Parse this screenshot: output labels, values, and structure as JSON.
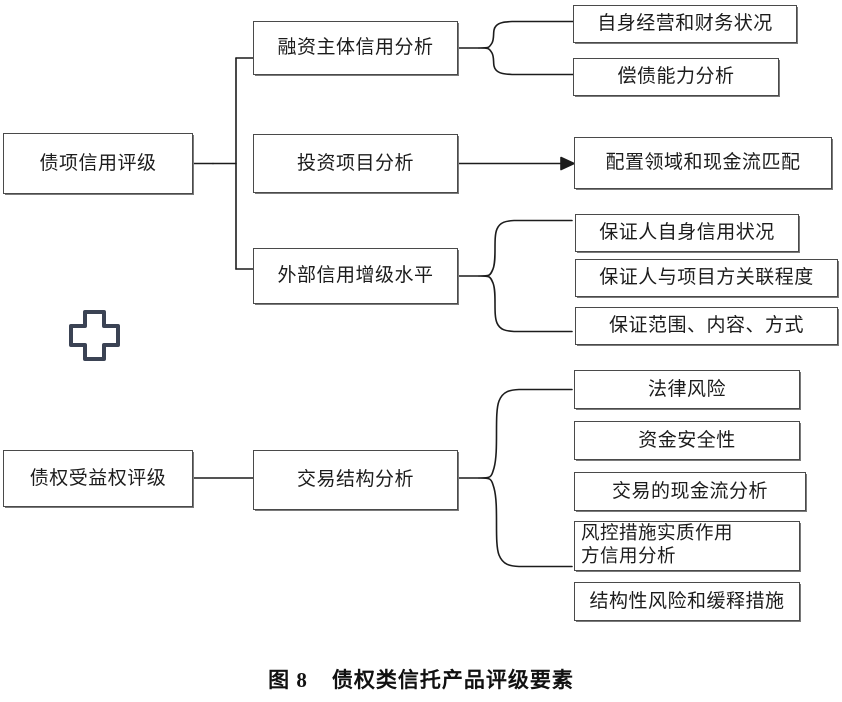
{
  "figure": {
    "caption_label": "图 8",
    "caption_title": "债权类信托产品评级要素"
  },
  "colors": {
    "box_border": "#4a4a4a",
    "box_shadow": "#7a7a7a",
    "connector": "#1c1c1c",
    "plus_stroke": "#3b4354",
    "text": "#1c1c1c",
    "background": "#ffffff"
  },
  "diagram": {
    "type": "tree",
    "branches": [
      {
        "root": "债项信用评级",
        "children": [
          {
            "label": "融资主体信用分析",
            "connector": "brace",
            "leaves": [
              "自身经营和财务状况",
              "偿债能力分析"
            ]
          },
          {
            "label": "投资项目分析",
            "connector": "arrow",
            "leaves": [
              "配置领域和现金流匹配"
            ]
          },
          {
            "label": "外部信用增级水平",
            "connector": "brace",
            "leaves": [
              "保证人自身信用状况",
              "保证人与项目方关联程度",
              "保证范围、内容、方式"
            ]
          }
        ]
      },
      {
        "root": "债权受益权评级",
        "children": [
          {
            "label": "交易结构分析",
            "connector": "brace",
            "leaves": [
              "法律风险",
              "资金安全性",
              "交易的现金流分析",
              "风控措施实质作用\n方信用分析",
              "结构性风险和缓释措施"
            ]
          }
        ]
      }
    ],
    "operator": {
      "symbol": "plus",
      "name": "plus-cross-symbol"
    }
  },
  "nodes": {
    "root_debt_rating": "债项信用评级",
    "root_beneficiary_rating": "债权受益权评级",
    "l1_financing_entity": "融资主体信用分析",
    "l1_investment_project": "投资项目分析",
    "l1_external_credit": "外部信用增级水平",
    "l1_transaction_structure": "交易结构分析",
    "l2_operations_finance": "自身经营和财务状况",
    "l2_debt_capacity": "偿债能力分析",
    "l2_allocation_cashflow": "配置领域和现金流匹配",
    "l2_guarantor_credit": "保证人自身信用状况",
    "l2_guarantor_relation": "保证人与项目方关联程度",
    "l2_guarantee_scope": "保证范围、内容、方式",
    "l2_legal_risk": "法律风险",
    "l2_fund_safety": "资金安全性",
    "l2_transaction_cashflow": "交易的现金流分析",
    "l2_risk_control": "风控措施实质作用\n方信用分析",
    "l2_structural_risk": "结构性风险和缓释措施"
  }
}
